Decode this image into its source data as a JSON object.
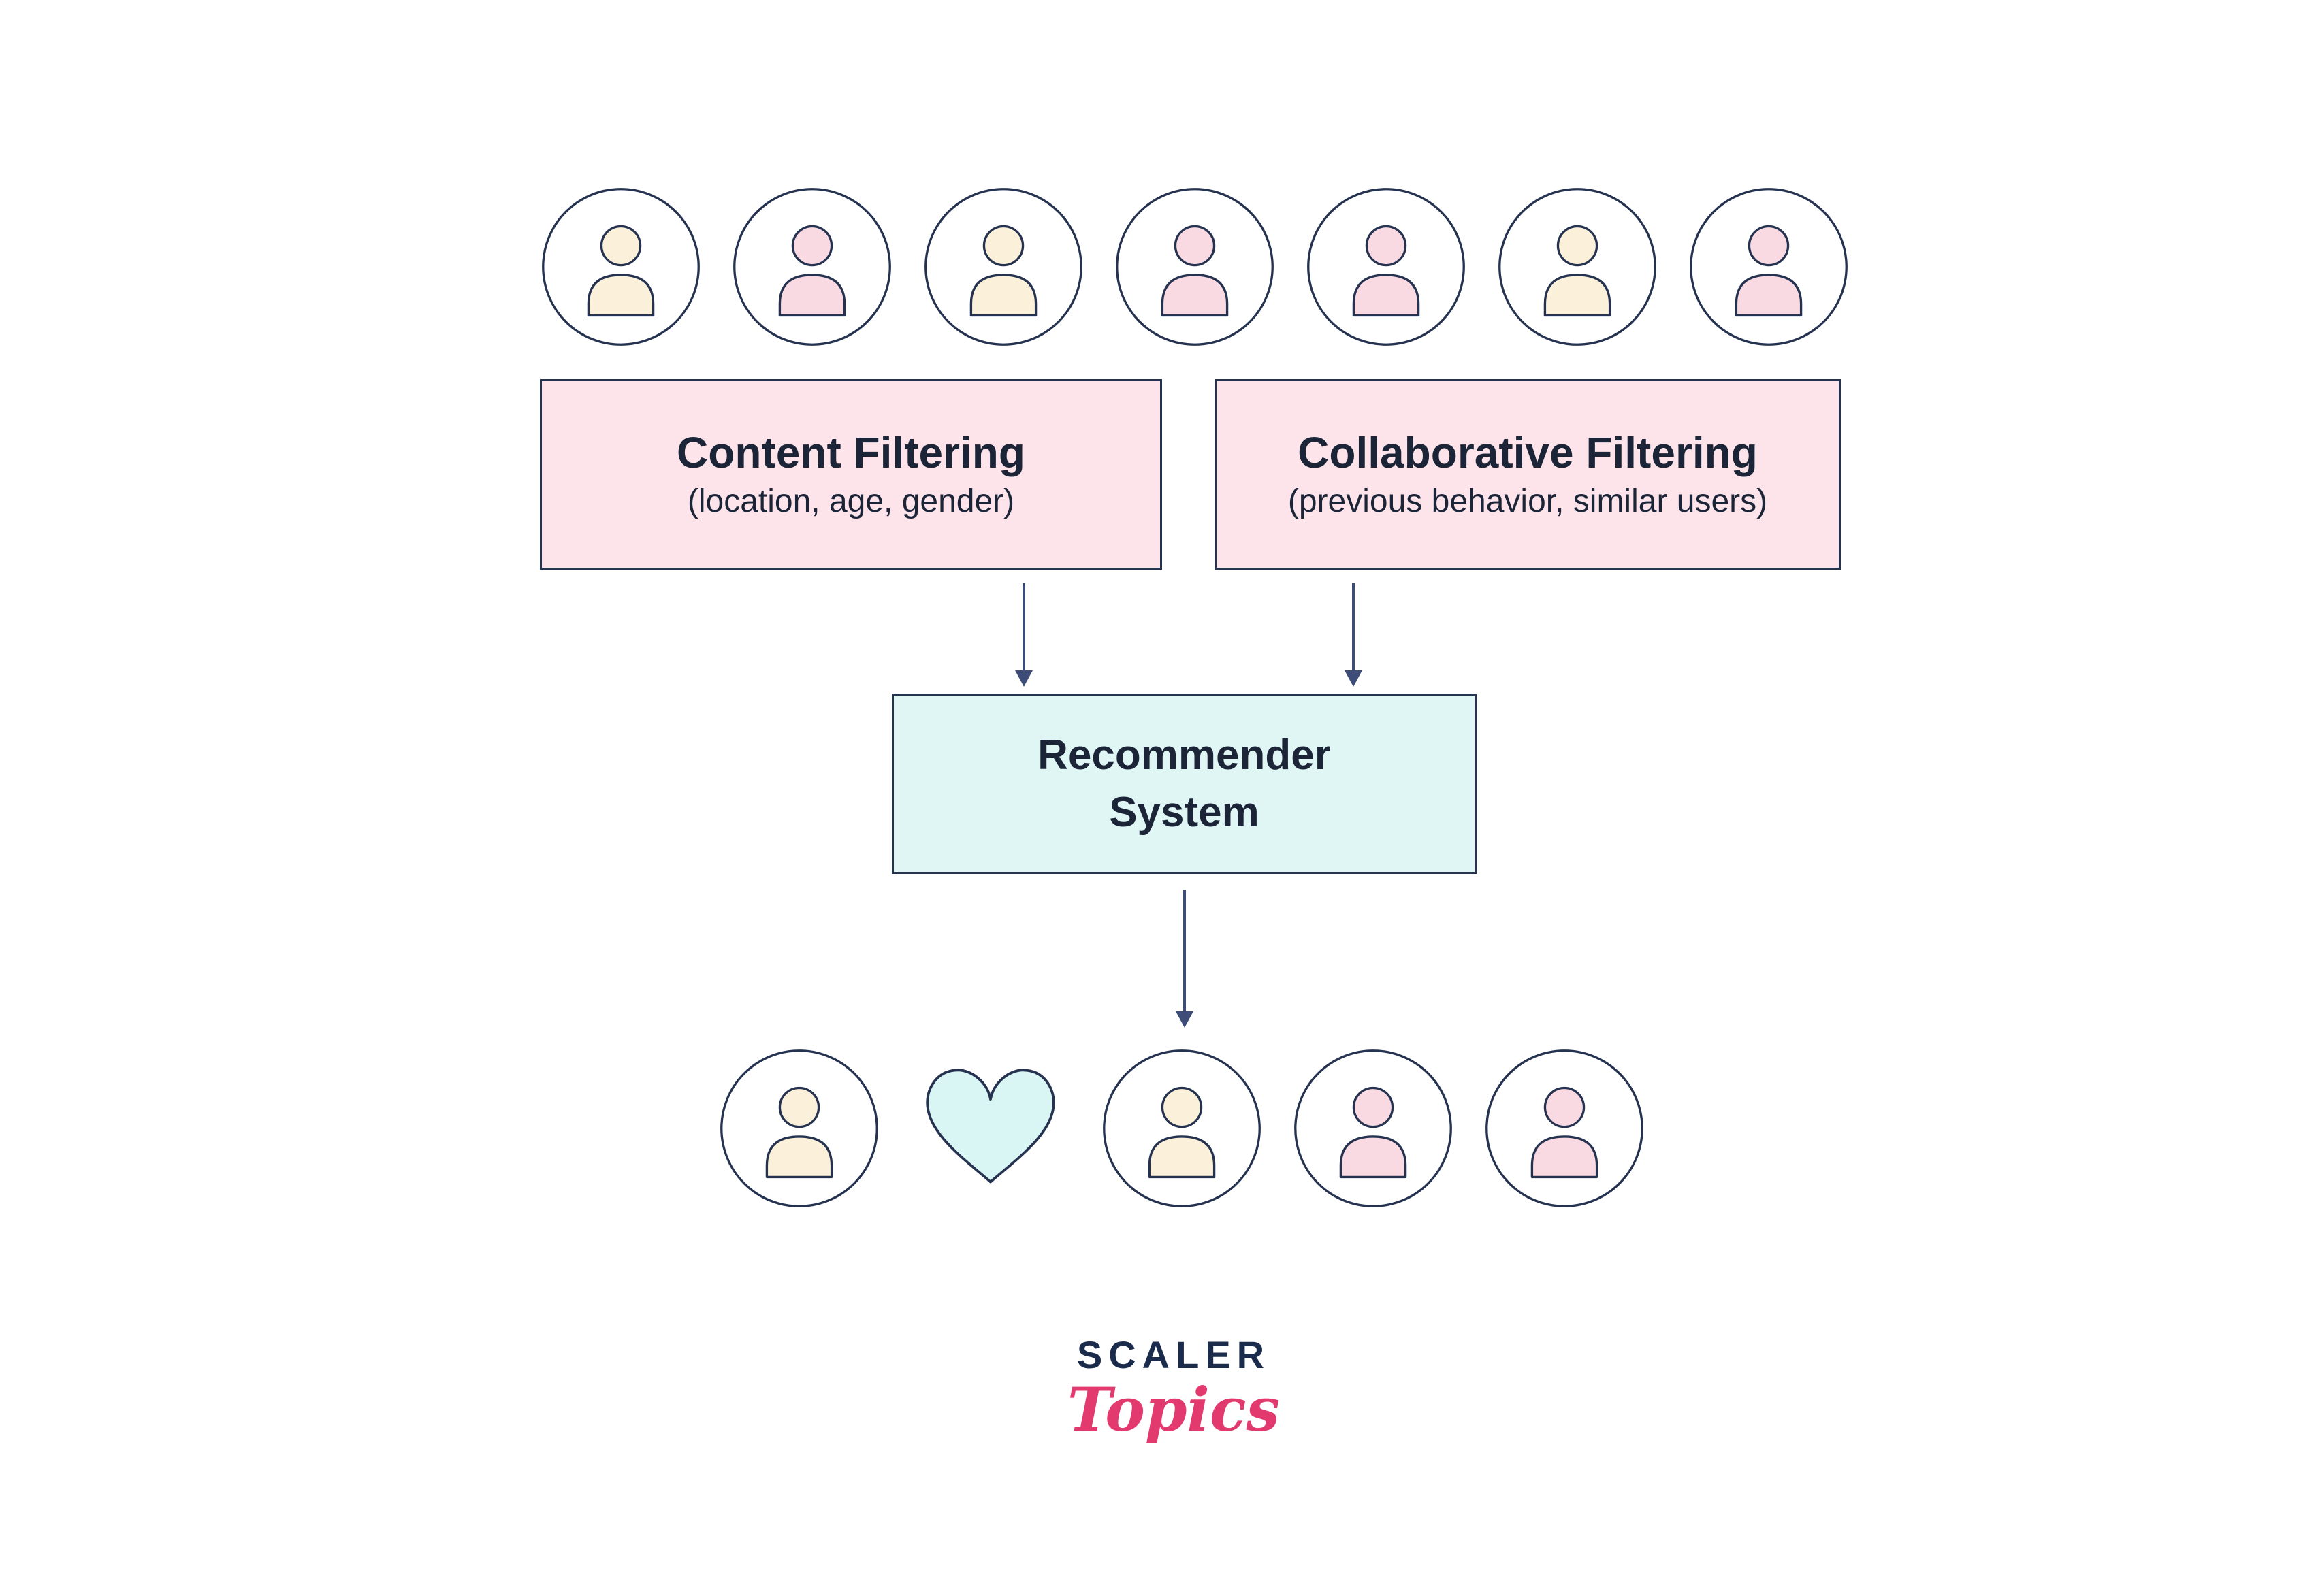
{
  "diagram": {
    "boxes": {
      "content_filtering": {
        "title": "Content Filtering",
        "subtitle": "(location, age, gender)"
      },
      "collaborative_filtering": {
        "title": "Collaborative Filtering",
        "subtitle": "(previous behavior, similar users)"
      },
      "recommender": {
        "line1": "Recommender",
        "line2": "System"
      }
    },
    "top_users": [
      "cream",
      "pink",
      "cream",
      "pink",
      "pink",
      "cream",
      "pink"
    ],
    "bottom_row": [
      {
        "type": "user",
        "fill": "cream"
      },
      {
        "type": "heart"
      },
      {
        "type": "user",
        "fill": "cream"
      },
      {
        "type": "user",
        "fill": "pink"
      },
      {
        "type": "user",
        "fill": "pink"
      }
    ]
  },
  "logo": {
    "scaler": "SCALER",
    "topics": "Topics"
  },
  "colors": {
    "box_pink": "#fce4ea",
    "box_cyan": "#dff6f5",
    "border_navy": "#263350",
    "arrow_navy": "#3d4d77",
    "user_cream": "#fbf0d9",
    "user_pink": "#f9dae2",
    "heart_fill": "#d9f6f4",
    "text": "#1b2537",
    "logo_navy": "#1b2b4b",
    "logo_pink": "#e23a6e"
  }
}
